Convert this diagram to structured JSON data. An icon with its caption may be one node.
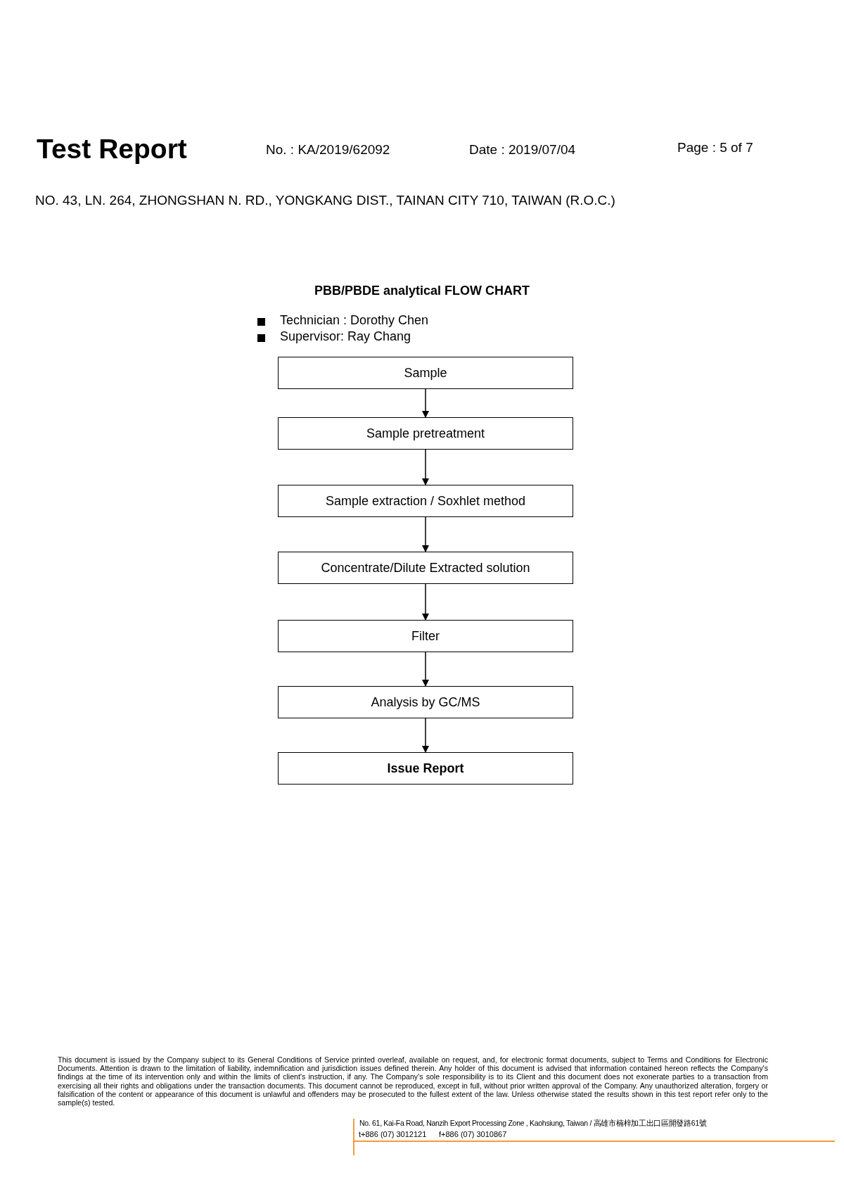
{
  "diagram": {
    "title": "PBB/PBDE analytical FLOW CHART",
    "nodes": [
      {
        "text": [
          "Sample"
        ]
      },
      {
        "text": [
          "Sample pretreatment"
        ]
      },
      {
        "text": [
          "Sample extraction / Soxhlet method"
        ]
      },
      {
        "text": [
          "Concentrate/Dilute Extracted solution"
        ]
      },
      {
        "text": [
          "Filter"
        ]
      },
      {
        "text": [
          "Analysis by GC/MS"
        ]
      },
      {
        "text": [
          "Issue Report"
        ]
      }
    ],
    "edges": [
      {
        "from": 0,
        "to": 1,
        "arrow": "to"
      },
      {
        "from": 1,
        "to": 2,
        "arrow": "to"
      },
      {
        "from": 2,
        "to": 3,
        "arrow": "to"
      },
      {
        "from": 3,
        "to": 4,
        "arrow": "to"
      },
      {
        "from": 4,
        "to": 5,
        "arrow": "to"
      },
      {
        "from": 5,
        "to": 6,
        "arrow": "to"
      }
    ],
    "labels": [
      "Test Report",
      "No. : KA/2019/62092",
      "Date : 2019/07/04",
      "Page : 5 of 7",
      "NO. 43, LN. 264, ZHONGSHAN N. RD., YONGKANG DIST., TAINAN CITY 710, TAIWAN (R.O.C.)",
      "Technician : Dorothy Chen",
      "Supervisor: Ray Chang",
      "This document is issued by the Company subject to its General Conditions of Service printed overleaf, available on request, and, for electronic format documents, subject to Terms and Conditions for Electronic Documents. Attention is drawn to the limitation of liability, indemnification and jurisdiction issues defined therein. Any holder of this document is advised that information contained hereon reflects the Company's findings at the time of its intervention only and within the limits of client's instruction, if any. The Company's sole responsibility is to its Client and this document does not exonerate parties to a transaction from exercising all their rights and obligations under the transaction documents. This document cannot be reproduced, except in full, without prior written approval of the Company. Any unauthorized alteration, forgery or falsification of the content or appearance of this document is unlawful and offenders may be prosecuted to the fullest extent of the law. Unless otherwise stated the results shown in this test report refer only to the sample(s) tested.",
      "No. 61, Kai-Fa Road, Nanzih Export Processing Zone , Kaohsiung, Taiwan / 高雄市楠梓加工出口區開發路61號",
      "t+886 (07) 3012121",
      "f+886 (07) 3010867"
    ]
  }
}
